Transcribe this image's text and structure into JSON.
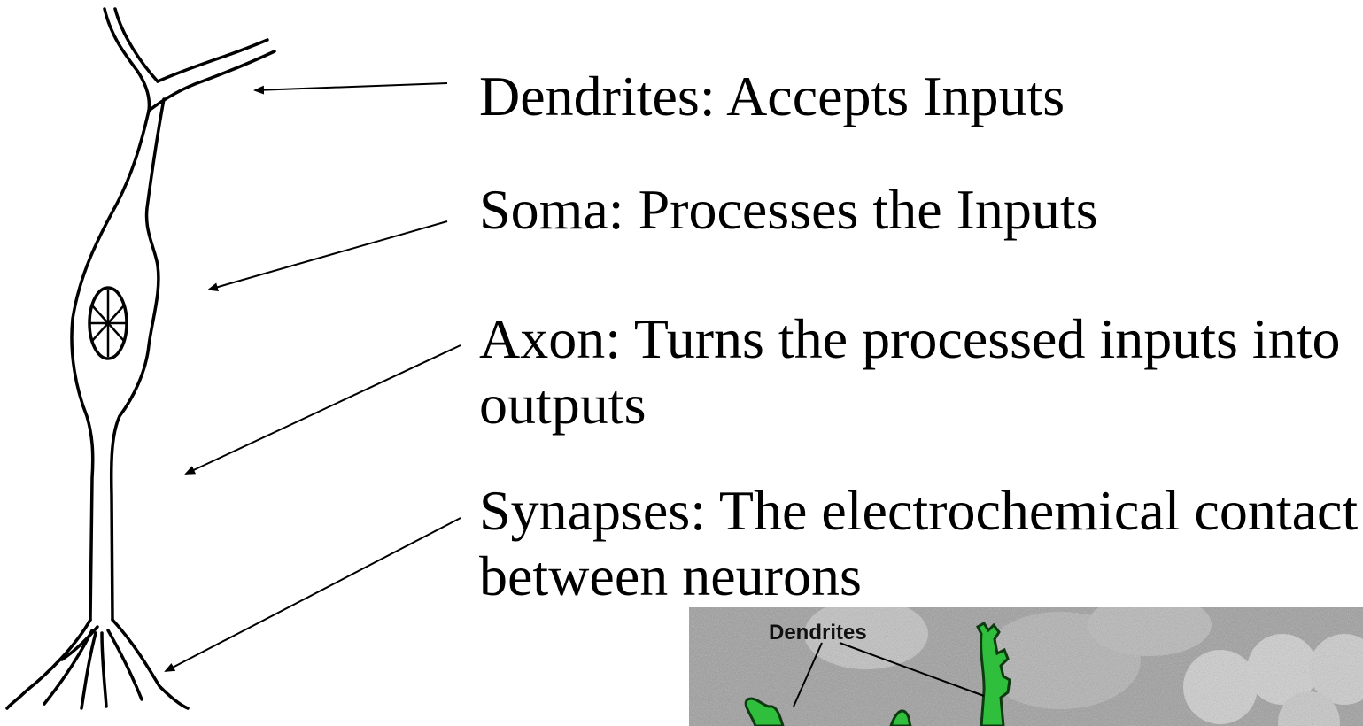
{
  "labels": {
    "dendrites": "Dendrites: Accepts Inputs",
    "soma": "Soma: Processes the Inputs",
    "axon_line1": "Axon: Turns the processed inputs into",
    "axon_line2": "outputs",
    "synapses_line1": "Synapses: The electrochemical contact",
    "synapses_line2": "between neurons"
  },
  "inset": {
    "caption": "Dendrites"
  },
  "colors": {
    "ink": "#000000",
    "inset_background": "#9a9a9a",
    "inset_cell": "#2fbf3c"
  }
}
